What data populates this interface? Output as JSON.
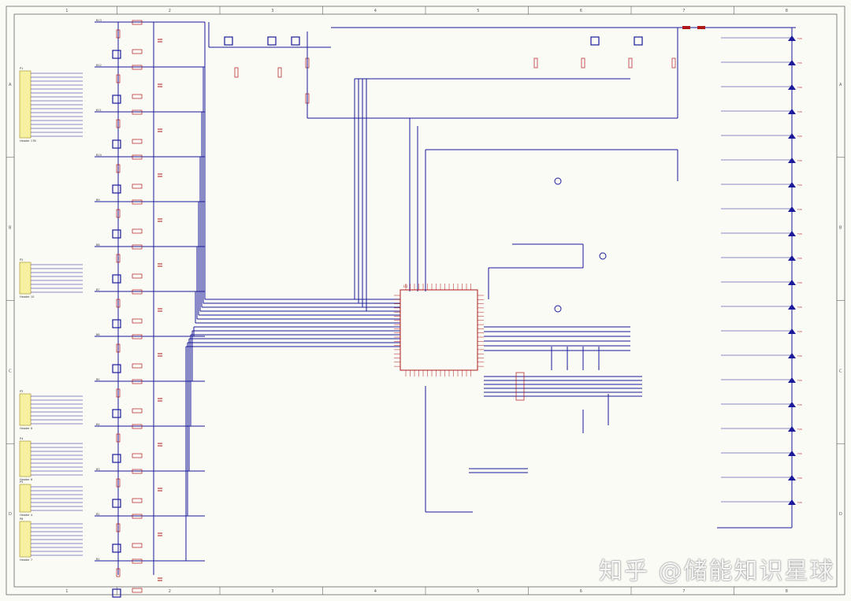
{
  "frame": {
    "columns": [
      "1",
      "2",
      "3",
      "4",
      "5",
      "6",
      "7",
      "8"
    ],
    "rows": [
      "A",
      "B",
      "C",
      "D"
    ]
  },
  "colors": {
    "wire": "#1a1a9a",
    "component": "#b01818",
    "connector_fill": "#f6f0a0",
    "background": "#fbfbf6"
  },
  "connectors": [
    {
      "ref": "P1",
      "label": "Header 17B"
    },
    {
      "ref": "P2",
      "label": "Header 10"
    },
    {
      "ref": "P3",
      "label": "Header 6"
    },
    {
      "ref": "P4",
      "label": "Header 6"
    },
    {
      "ref": "P5",
      "label": "Header 4"
    },
    {
      "ref": "P6",
      "label": "Header 7"
    }
  ],
  "ic": {
    "ref": "U1"
  },
  "watermark": "知乎 @储能知识星球"
}
